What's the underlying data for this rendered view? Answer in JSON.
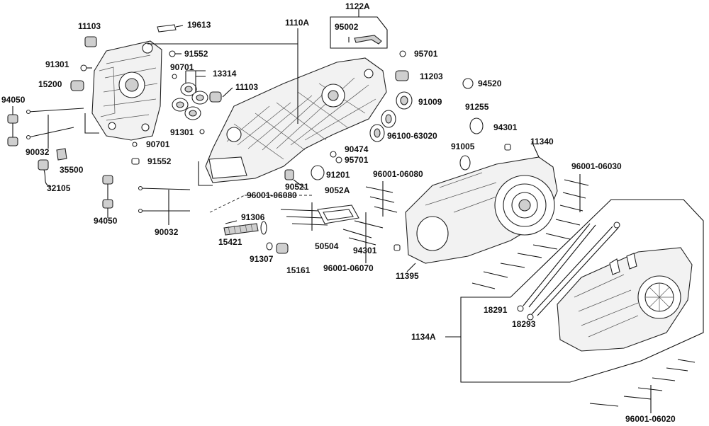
{
  "diagram": {
    "labels": {
      "p11103a": "11103",
      "p19613": "19613",
      "p1110A": "1110A",
      "p1122A": "1122A",
      "p95002": "95002",
      "p91301a": "91301",
      "p91552a": "91552",
      "p95701a": "95701",
      "p90701a": "90701",
      "p13314": "13314",
      "p11203": "11203",
      "p15200": "15200",
      "p11103b": "11103",
      "p94520": "94520",
      "p94050a": "94050",
      "p91009": "91009",
      "p91255": "91255",
      "p91301b": "91301",
      "p96100": "96100-63020",
      "p94301a": "94301",
      "p90032a": "90032",
      "p90701b": "90701",
      "p90474": "90474",
      "p11340": "11340",
      "p91005": "91005",
      "p95701b": "95701",
      "p35500": "35500",
      "p91552b": "91552",
      "p91201": "91201",
      "p96001_06030": "96001-06030",
      "p96001_06080a": "96001-06080",
      "p32105": "32105",
      "p90521": "90521",
      "p9052A": "9052A",
      "p96001_06080b": "96001-06080",
      "p94050b": "94050",
      "p91306": "91306",
      "p90032b": "90032",
      "p15421": "15421",
      "p50504": "50504",
      "p94301b": "94301",
      "p91307": "91307",
      "p15161": "15161",
      "p96001_06070": "96001-06070",
      "p11395": "11395",
      "p18291": "18291",
      "p18293": "18293",
      "p1134A": "1134A",
      "p96001_06020": "96001-06020"
    }
  }
}
